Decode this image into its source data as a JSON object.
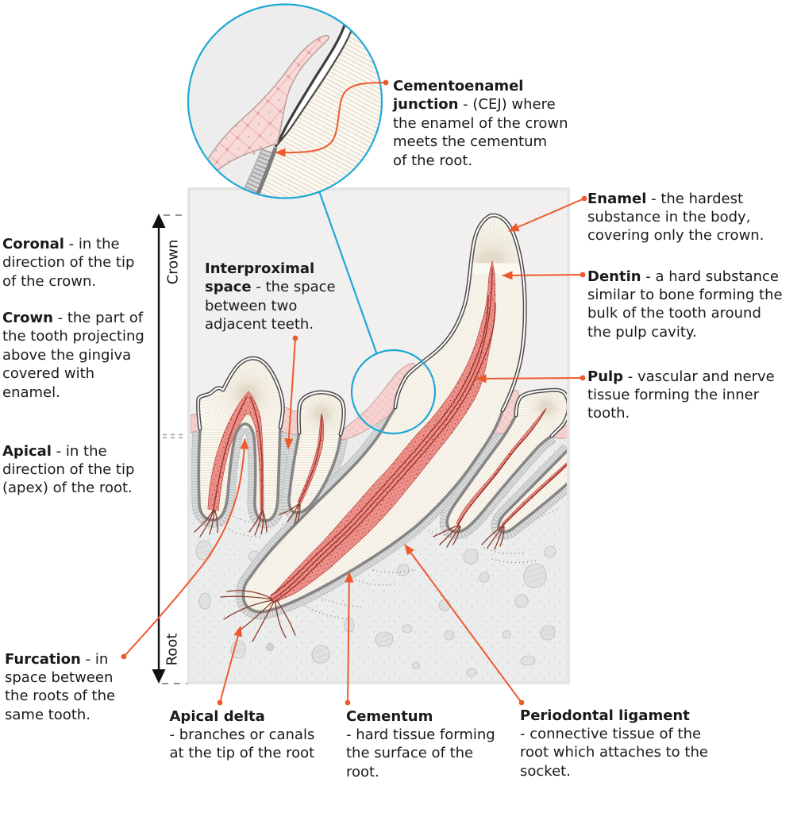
{
  "axis": {
    "crown_label": "Crown",
    "root_label": "Root"
  },
  "labels": {
    "cementoenamel_junction": {
      "term": "Cementoenamel\njunction",
      "text": " - (CEJ) where\nthe enamel of the crown\nmeets the cementum\nof the root."
    },
    "coronal": {
      "term": "Coronal",
      "text": " - in the\ndirection of the tip\nof the crown."
    },
    "crown": {
      "term": "Crown",
      "text": " - the part of\nthe tooth projecting\nabove the gingiva\ncovered with\nenamel."
    },
    "apical": {
      "term": "Apical",
      "text": " - in the\ndirection of the tip\n(apex) of the root."
    },
    "furcation": {
      "term": "Furcation",
      "text": " - in\nspace between\nthe roots of the\nsame tooth."
    },
    "interproximal_space": {
      "term": "Interproximal\nspace",
      "text": " - the space\nbetween two\nadjacent teeth."
    },
    "enamel": {
      "term": "Enamel",
      "text": " - the hardest\nsubstance in the body,\ncovering only the crown."
    },
    "dentin": {
      "term": "Dentin",
      "text": " - a hard substance\nsimilar to bone forming the\nbulk of the tooth around\nthe pulp cavity."
    },
    "pulp": {
      "term": "Pulp",
      "text": " - vascular and nerve\ntissue forming the inner\ntooth."
    },
    "apical_delta": {
      "term": "Apical delta",
      "text": "\n- branches or canals\nat the tip of the root"
    },
    "cementum": {
      "term": "Cementum",
      "text": "\n- hard tissue forming\nthe surface of the\nroot."
    },
    "periodontal_ligament": {
      "term": "Periodontal ligament",
      "text": "\n- connective tissue of the\nroot which attaches to the\nsocket."
    }
  },
  "colors": {
    "callout": "#ee5a2e",
    "magnifier": "#1ea8d6",
    "text": "#1a1a1a"
  }
}
